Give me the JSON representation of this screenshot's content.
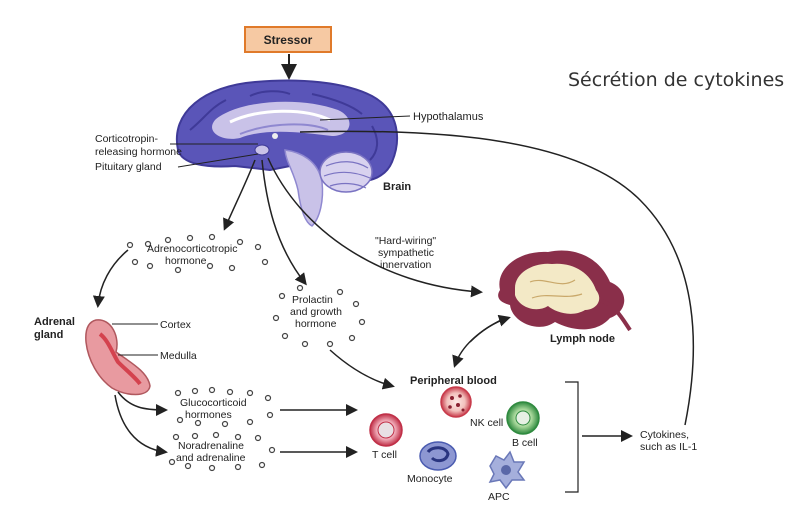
{
  "title": "Sécrétion de cytokines",
  "stressor": "Stressor",
  "labels": {
    "hypothalamus": "Hypothalamus",
    "crh_line1": "Corticotropin-",
    "crh_line2": "releasing hormone",
    "pituitary": "Pituitary gland",
    "brain": "Brain",
    "acth_line1": "Adrenocorticotropic",
    "acth_line2": "hormone",
    "hardwiring_line1": "\"Hard-wiring\"",
    "hardwiring_line2": "sympathetic",
    "hardwiring_line3": "innervation",
    "adrenal_line1": "Adrenal",
    "adrenal_line2": "gland",
    "cortex": "Cortex",
    "medulla": "Medulla",
    "prolactin_line1": "Prolactin",
    "prolactin_line2": "and growth",
    "prolactin_line3": "hormone",
    "lymph_node": "Lymph node",
    "peripheral_blood": "Peripheral blood",
    "gluco_line1": "Glucocorticoid",
    "gluco_line2": "hormones",
    "nor_line1": "Noradrenaline",
    "nor_line2": "and adrenaline",
    "nk_cell": "NK cell",
    "t_cell": "T cell",
    "b_cell": "B cell",
    "monocyte": "Monocyte",
    "apc": "APC",
    "cytokines_line1": "Cytokines,",
    "cytokines_line2": "such as IL-1"
  },
  "colors": {
    "brain": "#5a55b8",
    "brain_inner": "#c9c2e8",
    "stressor_box": "#f6c9a3",
    "stressor_border": "#e07a2a",
    "lymph": "#8a2f4a",
    "lymph_inner": "#f3e9c6",
    "t_cell": "#c03048",
    "nk_cell": "#c83b4b",
    "b_cell": "#3a9a4a",
    "monocyte": "#4a5bb0",
    "apc": "#6a78b8",
    "adrenal": "#e89aa0"
  }
}
